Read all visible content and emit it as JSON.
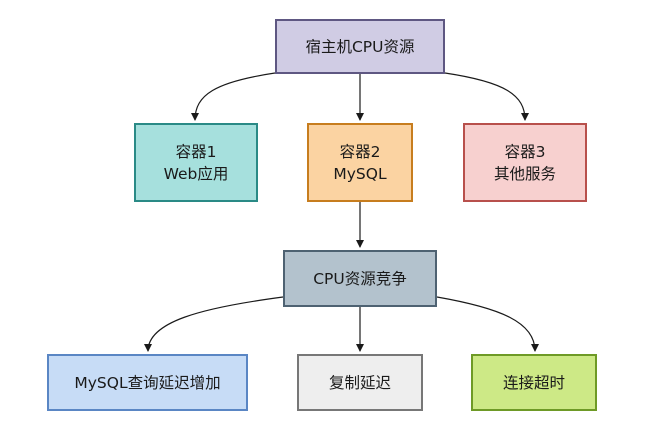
{
  "colors": {
    "host": {
      "fill": "#d0cce4",
      "border": "#5e5782"
    },
    "container1": {
      "fill": "#a6e0dd",
      "border": "#2a8a86"
    },
    "container2": {
      "fill": "#fbd3a2",
      "border": "#c77d1e"
    },
    "container3": {
      "fill": "#f7d0cf",
      "border": "#b8504c"
    },
    "contention": {
      "fill": "#b3c2cd",
      "border": "#4e6272"
    },
    "effect1": {
      "fill": "#c7dcf6",
      "border": "#5a86c4"
    },
    "effect2": {
      "fill": "#eeeeee",
      "border": "#777777"
    },
    "effect3": {
      "fill": "#cde986",
      "border": "#6e9a26"
    },
    "arrow": "#1a1a1a"
  },
  "nodes": {
    "host": {
      "label": "宿主机CPU资源"
    },
    "container1": {
      "title": "容器1",
      "subtitle": "Web应用"
    },
    "container2": {
      "title": "容器2",
      "subtitle": "MySQL"
    },
    "container3": {
      "title": "容器3",
      "subtitle": "其他服务"
    },
    "contention": {
      "label": "CPU资源竞争"
    },
    "effect1": {
      "label": "MySQL查询延迟增加"
    },
    "effect2": {
      "label": "复制延迟"
    },
    "effect3": {
      "label": "连接超时"
    }
  }
}
